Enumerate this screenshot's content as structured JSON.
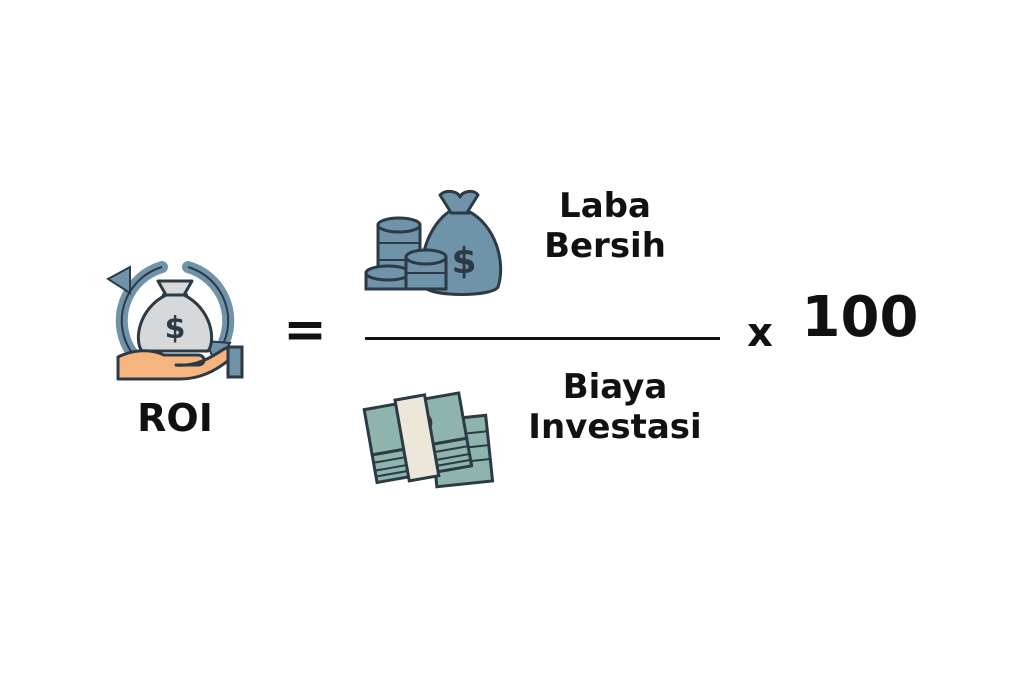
{
  "formula": {
    "lhs_label": "ROI",
    "equals": "=",
    "numerator_line1": "Laba",
    "numerator_line2": "Bersih",
    "denominator_line1": "Biaya",
    "denominator_line2": "Investasi",
    "times": "x",
    "multiplier": "100"
  },
  "icons": {
    "roi": "money-bag-hand-cycle-icon",
    "numerator": "coins-money-bag-icon",
    "denominator": "cash-stacks-icon"
  },
  "colors": {
    "text": "#111111",
    "icon_blue": "#6f93a8",
    "icon_dark": "#2b3a44",
    "icon_skin": "#f6b47e",
    "icon_gray": "#d7d8da",
    "cash_green": "#8fb3ad",
    "band": "#ece7d9"
  }
}
